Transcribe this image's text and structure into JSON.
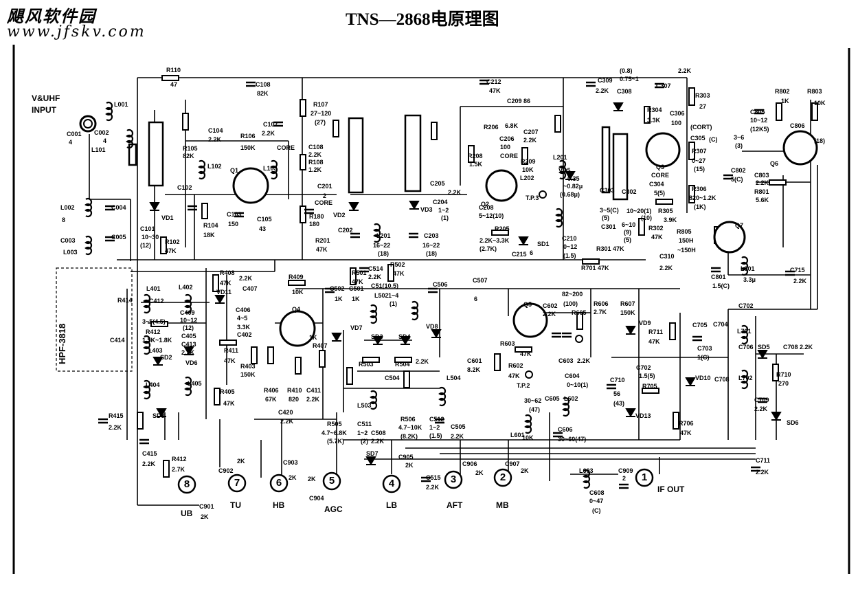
{
  "header": {
    "brand": "飓风软件园",
    "url": "www.jfskv.com",
    "title": "TNS—2868电原理图"
  },
  "input_label": [
    "V&UHF",
    "INPUT"
  ],
  "filter_label": "HPF-3818",
  "terminals": [
    {
      "number": "8",
      "name": "UB"
    },
    {
      "number": "7",
      "name": "TU"
    },
    {
      "number": "6",
      "name": "HB"
    },
    {
      "number": "5",
      "name": "AGC"
    },
    {
      "number": "4",
      "name": "LB"
    },
    {
      "number": "3",
      "name": "AFT"
    },
    {
      "number": "2",
      "name": "MB"
    },
    {
      "number": "1",
      "name": "IF OUT"
    }
  ],
  "labels": [
    "R110",
    "47",
    "L001",
    "C001",
    "4",
    "C002",
    "4",
    "L101",
    "C108",
    "82K",
    "R107",
    "27~120",
    "(27)",
    "C107",
    "2.2K",
    "C104",
    "2.2K",
    "R106",
    "150K",
    "CORE",
    "R105",
    "82K",
    "L102",
    "L103",
    "Q1",
    "C108",
    "2.2K",
    "R108",
    "1.2K",
    "C102",
    "C201",
    "2",
    "CORE",
    "L002",
    "C004",
    "8",
    "C003",
    "L003",
    "C005",
    "VD1",
    "C101",
    "10~30",
    "(12)",
    "R102",
    "47K",
    "R104",
    "18K",
    "C103",
    "150",
    "C105",
    "43",
    "R180",
    "180",
    "VD2",
    "C202",
    "L201",
    "16~22",
    "(18)",
    "R201",
    "47K",
    "C205",
    "2.2K",
    "C204",
    "1~2",
    "(1)",
    "VD3",
    "C203",
    "16~22",
    "(18)",
    "C212",
    "47K",
    "C209  86",
    "R208",
    "1.5K",
    "R206",
    "6.8K",
    "C206",
    "100",
    "CORE",
    "C207",
    "2.2K",
    "R209",
    "10K",
    "L202",
    "Q2",
    "L201",
    "VD5",
    "0.35",
    "~0.82μ",
    "(0.68μ)",
    "T.P.3",
    "C208",
    "5~12(10)",
    "R205",
    "2.2K~3.3K",
    "(2.7K)",
    "C215",
    "6",
    "SD1",
    "C210",
    "0~12",
    "(1.5)",
    "C309",
    "2.2K",
    "0.75~1",
    "(0.8)",
    "C308",
    "C307",
    "2.2K",
    "R303",
    "27",
    "R304",
    "3.3K",
    "C306",
    "100",
    "(CORT)",
    "C305",
    "(C)",
    "R307",
    "0~27",
    "(15)",
    "Q3",
    "CORE",
    "C304",
    "5(5)",
    "R306",
    "820~1.2K",
    "(1K)",
    "C303",
    "3~5(C)",
    "(5)",
    "C302",
    "10~20(1)",
    "(10)",
    "R305",
    "3.9K",
    "C301",
    "6~10",
    "(9)",
    "(5)",
    "R302",
    "47K",
    "R301  47K",
    "C310",
    "2.2K",
    "R701  47K",
    "R802",
    "1K",
    "R803",
    "10K",
    "C805",
    "10~12",
    "(12K5)",
    "C806",
    "(18)",
    "Q6",
    "3~6",
    "(3)",
    "C802",
    "5(C)",
    "C803",
    "2.2K",
    "R801",
    "5.6K",
    "R805",
    "150H",
    "~150H",
    "Q7",
    "C801",
    "1.5(C)",
    "L801",
    "3.3μ",
    "C715",
    "2.2K",
    "C514",
    "2.2K",
    "R502",
    "47K",
    "R501",
    "47K",
    "C502",
    "1K",
    "C501",
    "1K",
    "C51(10.5)",
    "L502",
    "1~4",
    "(1)",
    "C506",
    "C507",
    "6",
    "VD7",
    "VD8",
    "SD3",
    "SD4",
    "R503",
    "R504",
    "2.2K",
    "C504",
    "L503",
    "L504",
    "R505",
    "4.7~6.8K",
    "(5.7K)",
    "C511",
    "1~2",
    "(2)",
    "C508",
    "2.2K",
    "R506",
    "4.7~10K",
    "(8.2K)",
    "C512",
    "1~2",
    "(1.5)",
    "C505",
    "2.2K",
    "Q5",
    "C602",
    "2.2K",
    "82~200",
    "(100)",
    "R605",
    "R606",
    "2.7K",
    "R607",
    "150K",
    "VD9",
    "R603",
    "47K",
    "C601",
    "8.2K",
    "R602",
    "47K",
    "C603",
    "2.2K",
    "T.P.2",
    "C604",
    "0~10(1)",
    "30~62",
    "(47)",
    "C605",
    "L602",
    "L601",
    "10K",
    "C606",
    "30~60(47)",
    "R711",
    "47K",
    "C702",
    "1.5(5)",
    "C710",
    "56",
    "(43)",
    "R705",
    "VD13",
    "R706",
    "47K",
    "VD10",
    "C705",
    "C704",
    "L701",
    "C702",
    "C703",
    "1(C)",
    "C706",
    "C708",
    "L702",
    "C709",
    "2.2K",
    "SD5",
    "C708  2.2K",
    "R710",
    "270",
    "SD6",
    "C711",
    "2.2K",
    "R414",
    "L401",
    "C412",
    "L402",
    "3~5(4.5)",
    "R412",
    "1.5K~1.8K",
    "L403",
    "C409",
    "10~12",
    "(12)",
    "C405",
    "C413",
    "2.2K",
    "SD2",
    "VD6",
    "L404",
    "L405",
    "R415",
    "2.2K",
    "SD8",
    "C415",
    "2.2K",
    "R412",
    "2.7K",
    "R408",
    "47K",
    "VD11",
    "2.2K",
    "C407",
    "R409",
    "10K",
    "C406",
    "4~5",
    "3.3K",
    "C402",
    "R411",
    "47K",
    "R403",
    "150K",
    "R406",
    "67K",
    "R410",
    "820",
    "C411",
    "2.2K",
    "R407",
    "1K",
    "Q4",
    "C420",
    "2.2K",
    "R405",
    "47K",
    "C414",
    "C901",
    "2K",
    "C902",
    "2K",
    "C903",
    "2K",
    "2K",
    "C904",
    "SD7",
    "C905",
    "2K",
    "C515",
    "2.2K",
    "C906",
    "2K",
    "C907",
    "2K",
    "L603",
    "C909",
    "2",
    "C608",
    "0~47",
    "(C)"
  ]
}
